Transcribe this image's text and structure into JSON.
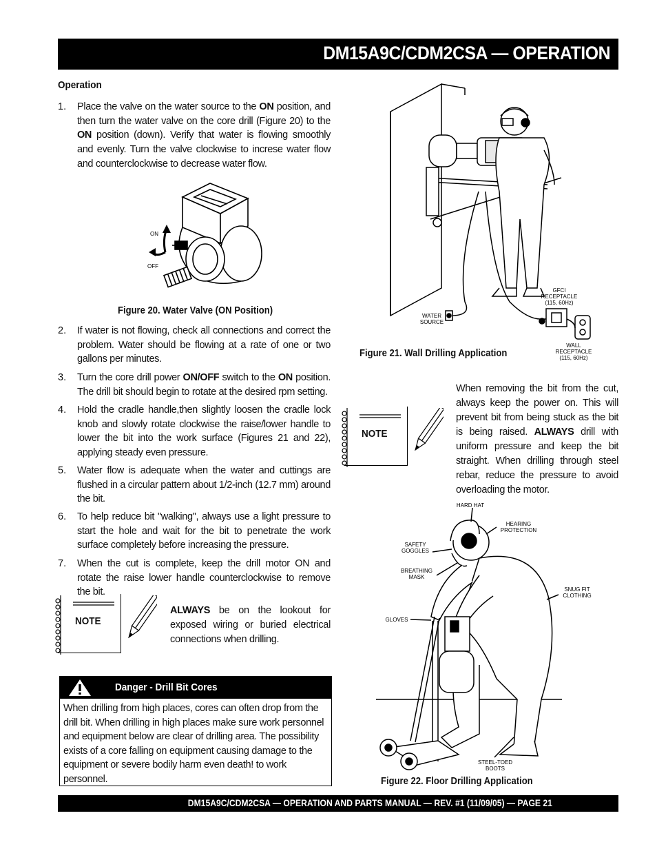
{
  "header": {
    "title": "DM15A9C/CDM2CSA — OPERATION"
  },
  "section_title": "Operation",
  "steps": [
    {
      "num": "1.",
      "text_html": "Place the valve on the water source to the <b>ON</b> position, and then turn the water valve on the core drill (Figure 20) to the <b>ON</b> position (down). Verify that water is flowing smoothly and evenly. Turn the valve clockwise to increse water flow and counterclockwise to decrease water flow."
    },
    {
      "num": "2.",
      "text_html": "If water is not flowing, check all connections and correct the problem. Water should be flowing at a rate of one or two gallons per minutes."
    },
    {
      "num": "3.",
      "text_html": "Turn the core drill power <b>ON/OFF</b> switch to the <b>ON</b> position. The drill bit should begin to rotate at the desired rpm setting."
    },
    {
      "num": "4.",
      "text_html": "Hold the cradle handle,then slightly loosen the cradle lock knob and slowly rotate clockwise the raise/lower handle to lower the bit into the work surface (Figures 21 and 22), applying steady even pressure."
    },
    {
      "num": "5.",
      "text_html": "Water flow is adequate when the water and cuttings are flushed in a circular pattern about 1/2-inch (12.7 mm) around the bit."
    },
    {
      "num": "6.",
      "text_html": "To help reduce bit \"walking\", always use a light pressure to start the hole and wait for the bit to penetrate the work surface completely before increasing the pressure."
    },
    {
      "num": "7.",
      "text_html": "When the cut is complete, keep the drill motor ON and rotate the raise lower handle counterclockwise to remove the bit."
    }
  ],
  "figure20": {
    "caption": "Figure 20. Water Valve (ON Position)",
    "label_on": "ON",
    "label_off": "OFF"
  },
  "figure21": {
    "caption": "Figure 21. Wall Drilling Application",
    "label_gfci_1": "GFCI",
    "label_gfci_2": "RECEPTACLE",
    "label_gfci_3": "(115, 60Hz)",
    "label_water_1": "WATER",
    "label_water_2": "SOURCE",
    "label_wall_1": "WALL",
    "label_wall_2": "RECEPTACLE",
    "label_wall_3": "(115, 60Hz)"
  },
  "figure22": {
    "caption": "Figure 22. Floor Drilling Application",
    "label_hard_hat": "HARD HAT",
    "label_hearing_1": "HEARING",
    "label_hearing_2": "PROTECTION",
    "label_safety_1": "SAFETY",
    "label_safety_2": "GOGGLES",
    "label_breathing_1": "BREATHING",
    "label_breathing_2": "MASK",
    "label_snug_1": "SNUG FIT",
    "label_snug_2": "CLOTHING",
    "label_gloves": "GLOVES",
    "label_boots_1": "STEEL-TOED",
    "label_boots_2": "BOOTS"
  },
  "note_left": {
    "label": "NOTE",
    "text_html": "<b>ALWAYS</b> be on the lookout for exposed wiring or buried electrical connections when drilling."
  },
  "note_right": {
    "label": "NOTE",
    "text_html": "When removing the bit from the cut, always keep the power on. This will prevent bit from being stuck as the bit is being raised. <b>ALWAYS</b> drill with uniform pressure and keep the bit straight. When drilling through steel rebar, reduce the pressure to avoid overloading the motor."
  },
  "danger": {
    "title": "Danger - Drill Bit Cores",
    "body": "When drilling from high places, cores can often drop from the drill bit. When drilling in high places make sure work personnel and equipment below are clear of drilling area. The possibility exists of a core falling on equipment causing damage to the equipment or severe bodily harm even death! to work personnel."
  },
  "footer": {
    "text": "DM15A9C/CDM2CSA — OPERATION AND PARTS MANUAL — REV. #1 (11/09/05) — PAGE 21"
  }
}
